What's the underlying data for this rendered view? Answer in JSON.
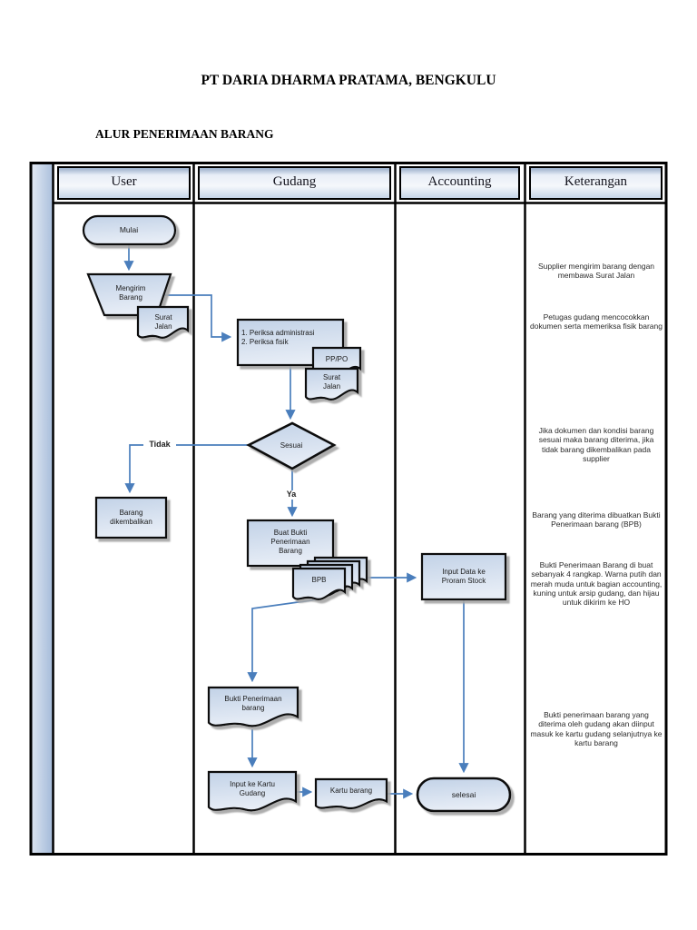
{
  "page": {
    "title": "PT DARIA DHARMA PRATAMA, BENGKULU",
    "subtitle": "ALUR PENERIMAAN BARANG"
  },
  "lanes": {
    "user": "User",
    "gudang": "Gudang",
    "accounting": "Accounting",
    "keterangan": "Keterangan"
  },
  "flow": {
    "mulai": "Mulai",
    "mengirim_barang": "Mengirim\nBarang",
    "surat_jalan_1": "Surat\nJalan",
    "periksa": "1. Periksa administrasi\n2. Periksa fisik",
    "pp_po": "PP/PO",
    "surat_jalan_2": "Surat\nJalan",
    "sesuai": "Sesuai",
    "tidak": "Tidak",
    "ya": "Ya",
    "barang_dikembalikan": "Barang\ndikembalikan",
    "buat_bukti": "Buat Bukti\nPenerimaan\nBarang",
    "bpb": "BPB",
    "input_data_stock": "Input Data ke\nProram Stock",
    "bukti_penerimaan": "Bukti Penerimaan\nbarang",
    "input_kartu_gudang": "Input ke Kartu\nGudang",
    "kartu_barang": "Kartu barang",
    "selesai": "selesai"
  },
  "keterangan_notes": [
    "Supplier mengirim barang dengan membawa Surat Jalan",
    "Petugas gudang mencocokkan dokumen serta memeriksa fisik barang",
    "Jika dokumen dan kondisi barang sesuai maka barang diterima, jika tidak barang dikembalikan pada supplier",
    "Barang yang diterima dibuatkan Bukti Penerimaan barang (BPB)",
    "Bukti Penerimaan Barang di buat sebanyak 4 rangkap. Warna putih dan merah muda untuk bagian accounting, kuning untuk arsip gudang, dan hijau untuk dikirim ke HO",
    "Bukti penerimaan barang yang diterima oleh gudang akan diinput masuk ke kartu gudang selanjutnya ke kartu barang"
  ],
  "colors": {
    "arrow": "#4a7ebc",
    "shape_fill_light": "#e6edf6",
    "shape_fill_dark": "#bfd0e6",
    "lane_strip": "#b2c4e0",
    "border": "#000000"
  }
}
